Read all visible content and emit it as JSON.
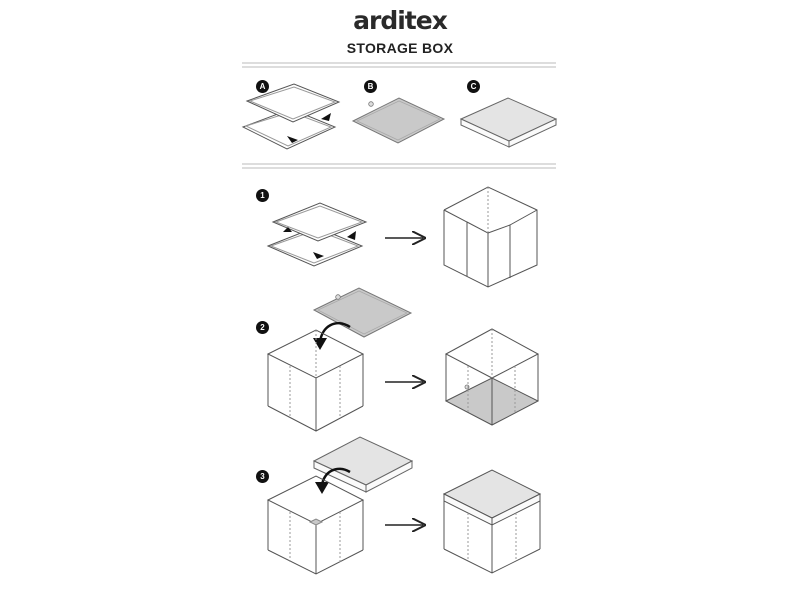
{
  "brand": {
    "logo_text": "arditex"
  },
  "header": {
    "title": "STORAGE BOX"
  },
  "parts": [
    {
      "label": "A",
      "icon": "two-fabric-panels-icon"
    },
    {
      "label": "B",
      "icon": "grey-base-board-icon"
    },
    {
      "label": "C",
      "icon": "lid-board-icon"
    }
  ],
  "steps": [
    {
      "label": "1",
      "icon": "unfold-box-icon"
    },
    {
      "label": "2",
      "icon": "insert-base-icon"
    },
    {
      "label": "3",
      "icon": "place-lid-icon"
    }
  ],
  "colors": {
    "line": "#555555",
    "board_grey": "#c9c9c9",
    "lid_grey": "#e4e4e4",
    "badge": "#111111"
  }
}
